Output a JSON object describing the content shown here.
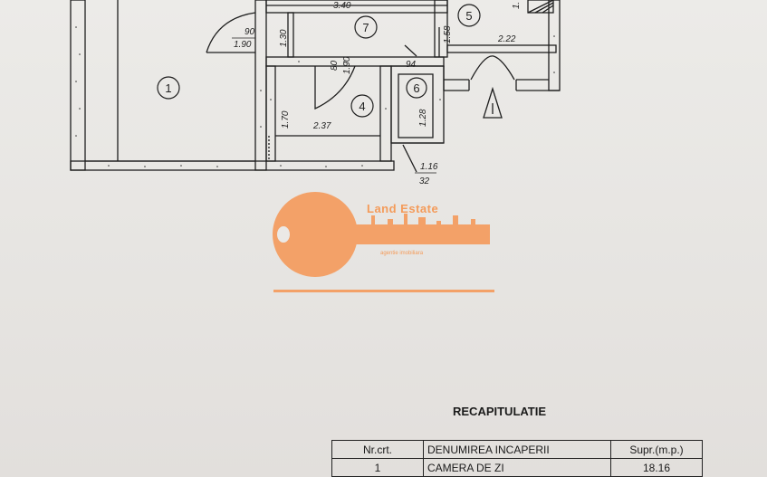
{
  "plan": {
    "room_numbers": [
      "1",
      "4",
      "5",
      "6",
      "7"
    ],
    "dimensions": {
      "top_width": "3.40",
      "door_width": "90",
      "door_height": "1.90",
      "wall_130": "1.30",
      "door7_width": "80",
      "door7_height": "1.90",
      "room5_side": "1.58",
      "room5_width": "2.22",
      "room6_width": "94",
      "room6_height": "1.28",
      "room4_side": "1.70",
      "room4_width": "2.37",
      "bottom_116": "1.16",
      "bottom_32": "32",
      "top_right_fragment": "1."
    }
  },
  "watermark": {
    "title": "Land Estate",
    "subtitle": "agentie imobiliara",
    "color": "#f49b5a"
  },
  "recap": {
    "title": "RECAPITULATIE",
    "headers": [
      "Nr.crt.",
      "DENUMIREA INCAPERII",
      "Supr.(m.p.)"
    ],
    "rows": [
      [
        "1",
        "CAMERA DE ZI",
        "18.16"
      ]
    ]
  }
}
